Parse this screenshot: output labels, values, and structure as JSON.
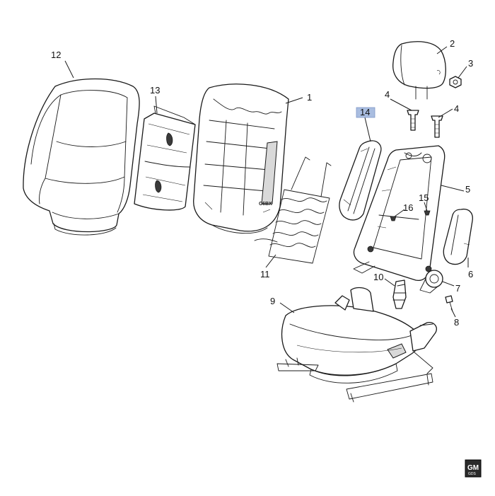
{
  "diagram": {
    "callouts": [
      {
        "id": "1",
        "label": "1"
      },
      {
        "id": "2",
        "label": "2"
      },
      {
        "id": "3",
        "label": "3"
      },
      {
        "id": "4a",
        "label": "4"
      },
      {
        "id": "4b",
        "label": "4"
      },
      {
        "id": "5",
        "label": "5"
      },
      {
        "id": "6",
        "label": "6"
      },
      {
        "id": "7",
        "label": "7"
      },
      {
        "id": "8",
        "label": "8"
      },
      {
        "id": "9",
        "label": "9"
      },
      {
        "id": "10",
        "label": "10"
      },
      {
        "id": "11",
        "label": "11"
      },
      {
        "id": "12",
        "label": "12"
      },
      {
        "id": "13",
        "label": "13"
      },
      {
        "id": "14",
        "label": "14",
        "highlighted": true
      },
      {
        "id": "15",
        "label": "15"
      },
      {
        "id": "16",
        "label": "16"
      }
    ],
    "part_stamp": "C6BX",
    "highlight_color": "#a9bde0"
  },
  "logo": {
    "brand": "GM",
    "sub": "GDS"
  }
}
